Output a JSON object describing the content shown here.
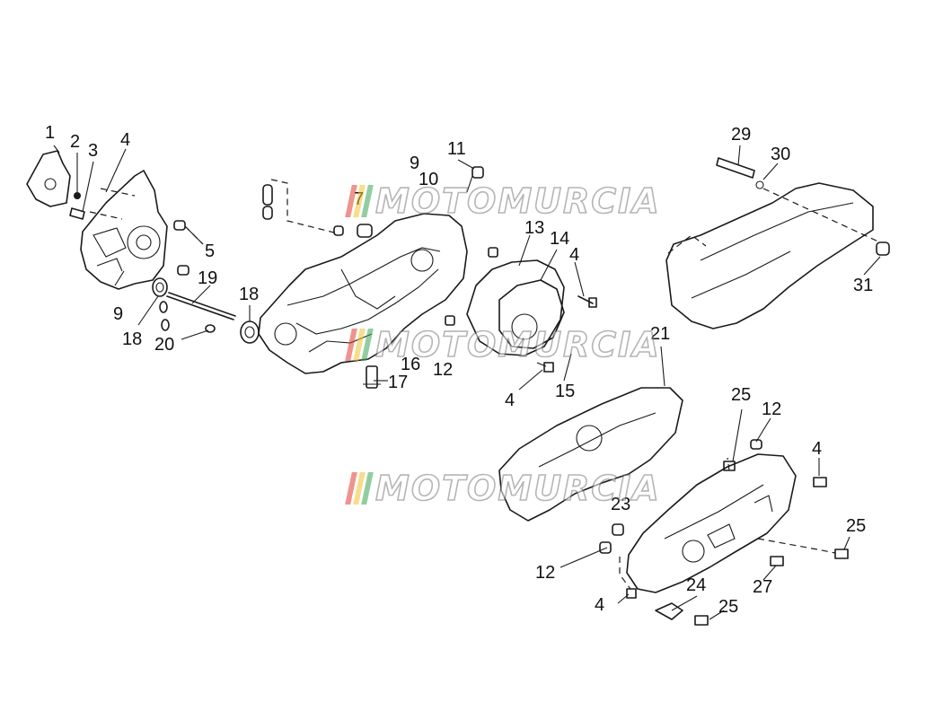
{
  "diagram": {
    "callouts": [
      "1",
      "2",
      "3",
      "4",
      "9",
      "18",
      "5",
      "19",
      "20",
      "18",
      "9",
      "10",
      "7",
      "11",
      "16",
      "17",
      "12",
      "13",
      "14",
      "4",
      "4",
      "15",
      "29",
      "30",
      "31",
      "21",
      "25",
      "12",
      "4",
      "23",
      "12",
      "4",
      "24",
      "25",
      "25",
      "27"
    ],
    "watermark": {
      "text": "MOTOMURCIA",
      "colors": [
        "#e23b2f",
        "#f2c230",
        "#3aa655"
      ]
    }
  }
}
